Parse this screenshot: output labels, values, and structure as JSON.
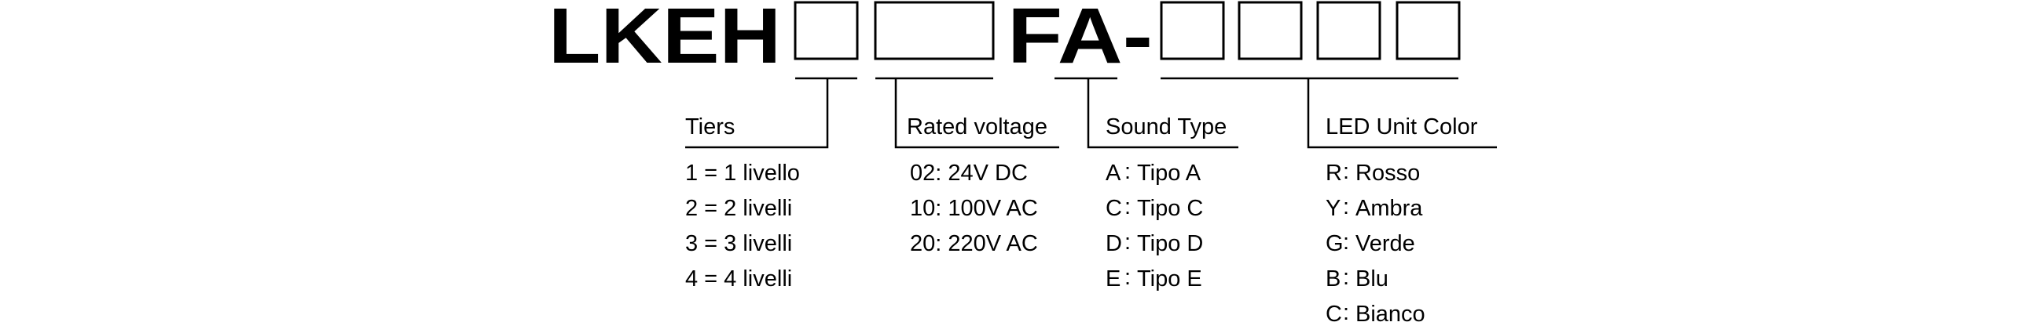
{
  "part_number": {
    "prefix": "LKEH",
    "middle": "FA-"
  },
  "groups": [
    {
      "heading": "Tiers",
      "options": [
        "1 = 1 livello",
        "2 = 2 livelli",
        "3 = 3 livelli",
        "4 = 4 livelli"
      ]
    },
    {
      "heading": "Rated voltage",
      "options": [
        "02: 24V DC",
        "10: 100V AC",
        "20: 220V AC"
      ]
    },
    {
      "heading": "Sound Type",
      "options": [
        {
          "code": "A",
          "label": "Tipo A"
        },
        {
          "code": "C",
          "label": "Tipo C"
        },
        {
          "code": "D",
          "label": "Tipo D"
        },
        {
          "code": "E",
          "label": "Tipo E"
        }
      ]
    },
    {
      "heading": "LED Unit Color",
      "options": [
        {
          "code": "R",
          "label": "Rosso"
        },
        {
          "code": "Y",
          "label": "Ambra"
        },
        {
          "code": "G",
          "label": "Verde"
        },
        {
          "code": "B",
          "label": "Blu"
        },
        {
          "code": "C",
          "label": "Bianco"
        }
      ]
    }
  ],
  "code_separator": ":"
}
